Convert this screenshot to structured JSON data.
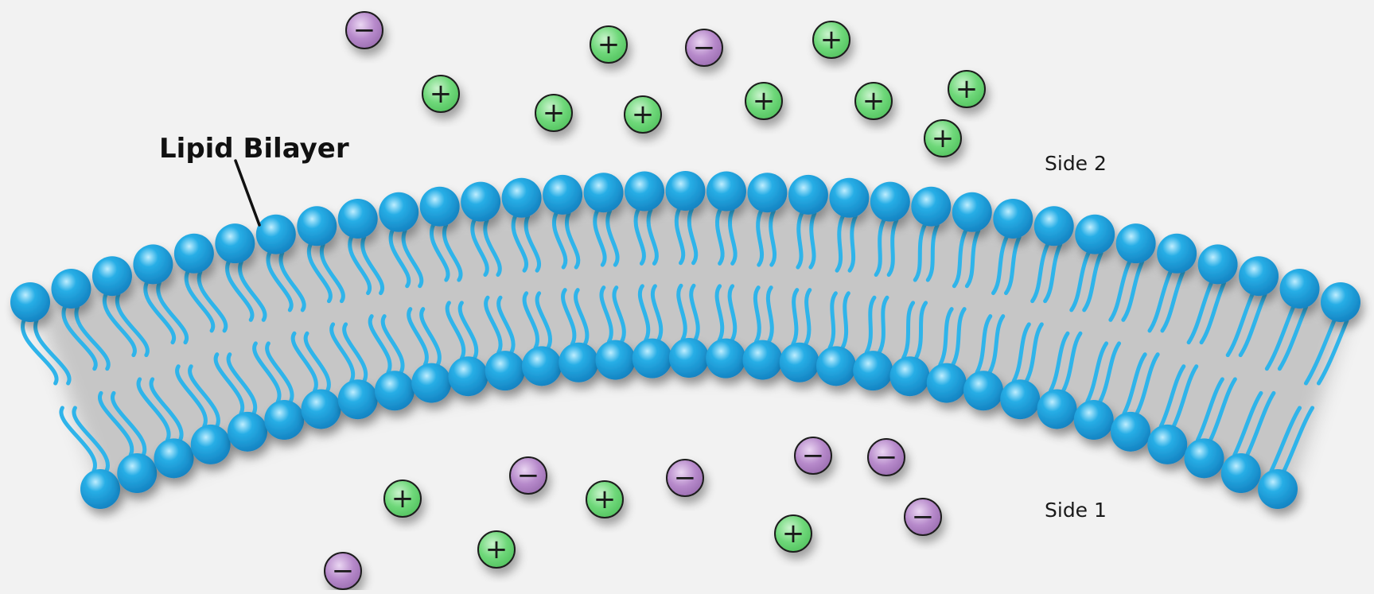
{
  "diagram": {
    "title": "Lipid Bilayer",
    "regions": {
      "side_top": "Side 2",
      "side_bottom": "Side 1"
    },
    "membrane": {
      "lipid_count": 33,
      "head_color": "#27aee6",
      "head_highlight": "#bfeeff",
      "head_shade": "#1483c2",
      "tail_color": "#2fb4ea"
    },
    "ion_colors": {
      "positive_fill": "#6fd87a",
      "positive_highlight": "#c9f3cc",
      "negative_fill": "#b78acb",
      "negative_highlight": "#ead6f2",
      "outline": "#1f1f1f"
    },
    "ions": [
      {
        "charge": "negative",
        "symbol": "−",
        "side": "Side 2"
      },
      {
        "charge": "positive",
        "symbol": "+",
        "side": "Side 2"
      },
      {
        "charge": "negative",
        "symbol": "−",
        "side": "Side 2"
      },
      {
        "charge": "positive",
        "symbol": "+",
        "side": "Side 2"
      },
      {
        "charge": "positive",
        "symbol": "+",
        "side": "Side 2"
      },
      {
        "charge": "positive",
        "symbol": "+",
        "side": "Side 2"
      },
      {
        "charge": "positive",
        "symbol": "+",
        "side": "Side 2"
      },
      {
        "charge": "positive",
        "symbol": "+",
        "side": "Side 2"
      },
      {
        "charge": "positive",
        "symbol": "+",
        "side": "Side 2"
      },
      {
        "charge": "positive",
        "symbol": "+",
        "side": "Side 2"
      },
      {
        "charge": "positive",
        "symbol": "+",
        "side": "Side 2"
      },
      {
        "charge": "negative",
        "symbol": "−",
        "side": "Side 1"
      },
      {
        "charge": "negative",
        "symbol": "−",
        "side": "Side 1"
      },
      {
        "charge": "negative",
        "symbol": "−",
        "side": "Side 1"
      },
      {
        "charge": "negative",
        "symbol": "−",
        "side": "Side 1"
      },
      {
        "charge": "positive",
        "symbol": "+",
        "side": "Side 1"
      },
      {
        "charge": "positive",
        "symbol": "+",
        "side": "Side 1"
      },
      {
        "charge": "negative",
        "symbol": "−",
        "side": "Side 1"
      },
      {
        "charge": "positive",
        "symbol": "+",
        "side": "Side 1"
      },
      {
        "charge": "positive",
        "symbol": "+",
        "side": "Side 1"
      },
      {
        "charge": "negative",
        "symbol": "−",
        "side": "Side 1"
      }
    ]
  }
}
